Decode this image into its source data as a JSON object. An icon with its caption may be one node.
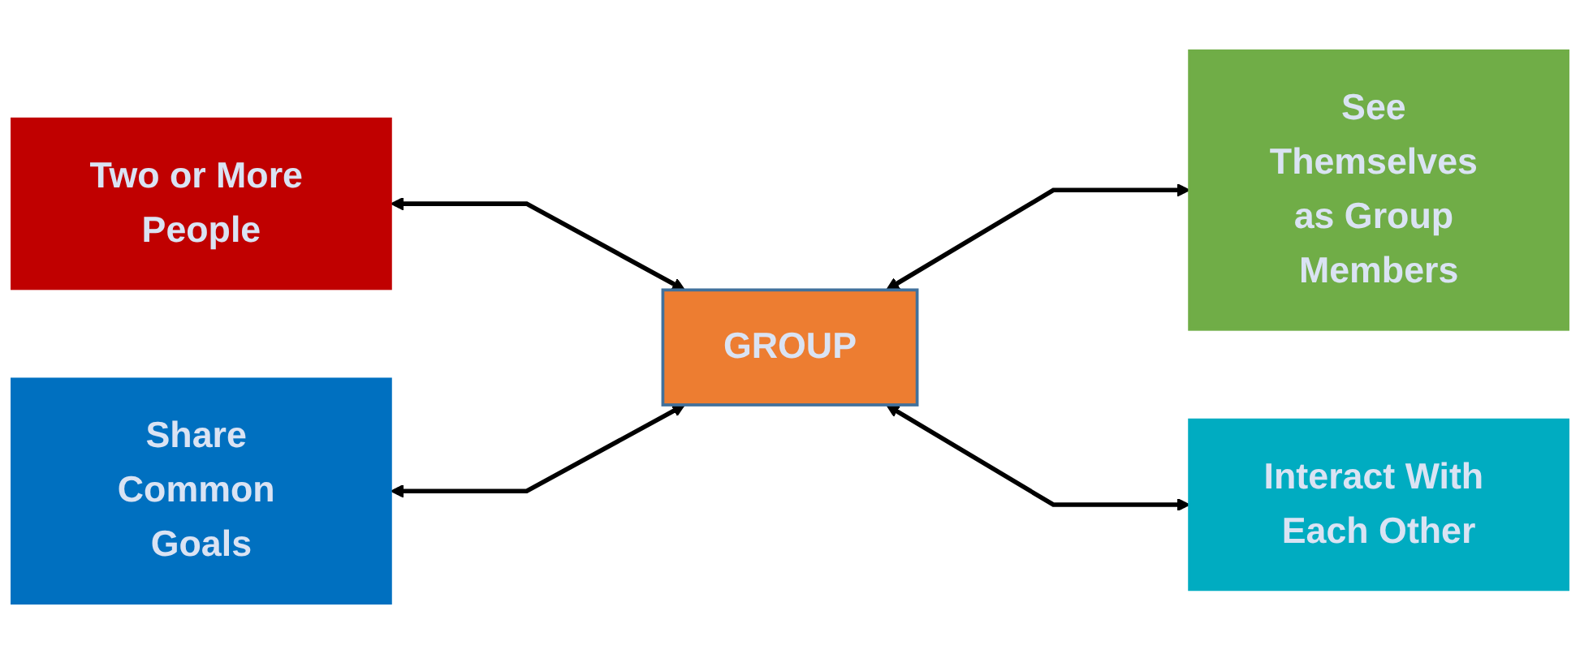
{
  "diagram": {
    "nodes": [
      {
        "text": [
          "Two or More People"
        ]
      },
      {
        "text": [
          "See Themselves as Group Members"
        ]
      },
      {
        "text": [
          "GROUP"
        ]
      },
      {
        "text": [
          "Share Common Goals"
        ]
      },
      {
        "text": [
          "Interact With Each Other"
        ]
      }
    ],
    "edges": [
      {
        "from": 0,
        "to": 2,
        "arrow": "both"
      },
      {
        "from": 2,
        "to": 1,
        "arrow": "both"
      },
      {
        "from": 3,
        "to": 2,
        "arrow": "both"
      },
      {
        "from": 2,
        "to": 4,
        "arrow": "both"
      }
    ]
  }
}
